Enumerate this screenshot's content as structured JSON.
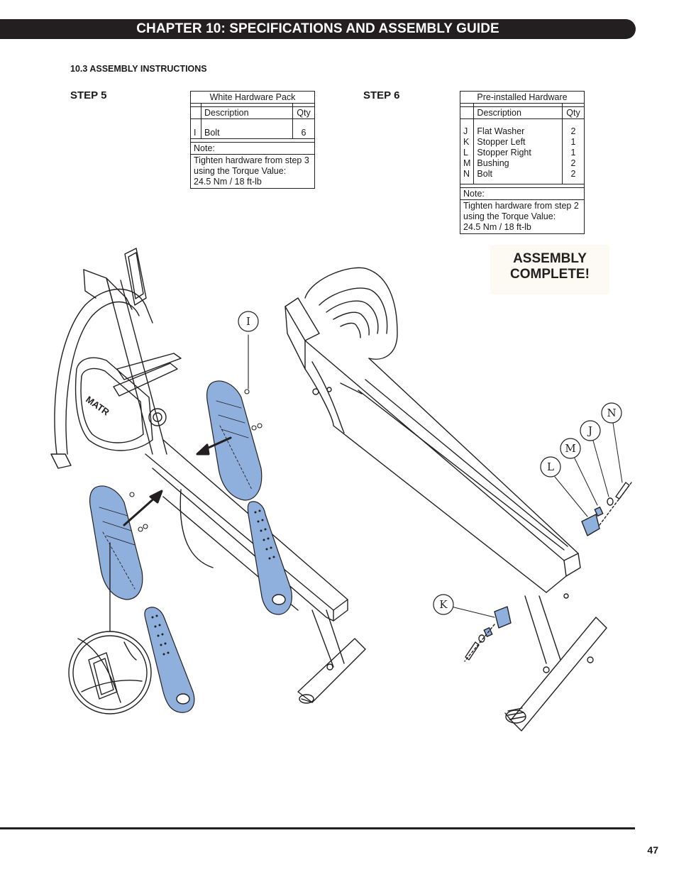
{
  "chapter_title": "CHAPTER 10: SPECIFICATIONS AND ASSEMBLY GUIDE",
  "section_heading": "10.3 ASSEMBLY INSTRUCTIONS",
  "step5": {
    "title": "STEP 5",
    "table": {
      "title": "White Hardware Pack",
      "header_description": "Description",
      "header_qty": "Qty",
      "items": [
        {
          "id": "I",
          "description": "Bolt",
          "qty": "6"
        }
      ],
      "note_label": "Note:",
      "note_lines": [
        "Tighten hardware from step 3",
        "using the Torque Value:",
        "24.5 Nm / 18 ft-lb"
      ]
    }
  },
  "step6": {
    "title": "STEP 6",
    "table": {
      "title": "Pre-installed Hardware",
      "header_description": "Description",
      "header_qty": "Qty",
      "items": [
        {
          "id": "J",
          "description": "Flat Washer",
          "qty": "2"
        },
        {
          "id": "K",
          "description": "Stopper Left",
          "qty": "1"
        },
        {
          "id": "L",
          "description": "Stopper Right",
          "qty": "1"
        },
        {
          "id": "M",
          "description": "Bushing",
          "qty": "2"
        },
        {
          "id": "N",
          "description": "Bolt",
          "qty": "2"
        }
      ],
      "note_label": "Note:",
      "note_lines": [
        "Tighten hardware from step 2",
        "using the Torque Value:",
        "24.5 Nm / 18 ft-lb"
      ]
    },
    "complete_lines": [
      "ASSEMBLY",
      "COMPLETE!"
    ]
  },
  "callouts": {
    "i": "I",
    "j": "J",
    "k": "K",
    "l": "L",
    "m": "M",
    "n": "N"
  },
  "brand_partial": "MATR",
  "page_number": "47",
  "colors": {
    "banner": "#231f20",
    "highlight_part": "#8fb0dc",
    "line": "#231f20"
  }
}
